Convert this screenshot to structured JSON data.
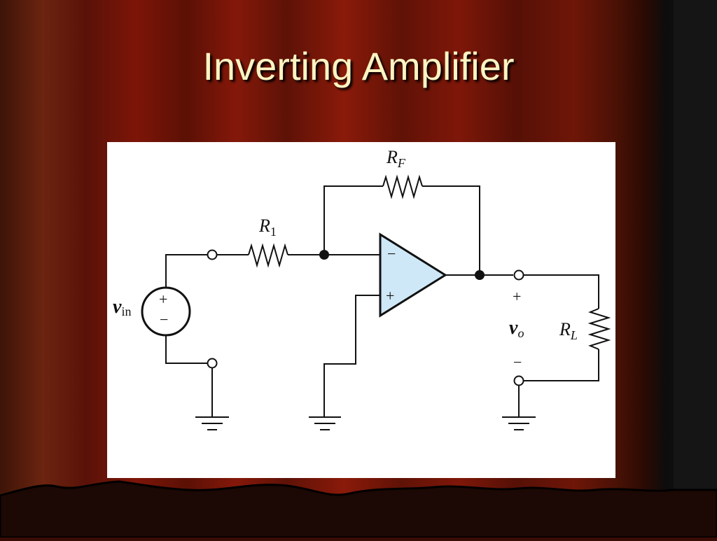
{
  "slide": {
    "title": "Inverting Amplifier"
  },
  "colors": {
    "curtain_dark": "#3a0c06",
    "curtain_red": "#7a1608",
    "title_text": "#fff4c2",
    "opamp_fill": "#cfe8f8",
    "wire": "#111111"
  },
  "diagram": {
    "labels": {
      "rf_main": "R",
      "rf_sub": "F",
      "r1_main": "R",
      "r1_sub": "1",
      "rl_main": "R",
      "rl_sub": "L",
      "vin_main": "v",
      "vin_sub": "in",
      "vo_main": "v",
      "vo_sub": "o"
    },
    "signs": {
      "opamp_minus": "−",
      "opamp_plus": "+",
      "source_plus": "+",
      "source_minus": "−",
      "out_plus": "+",
      "out_minus": "−"
    }
  }
}
